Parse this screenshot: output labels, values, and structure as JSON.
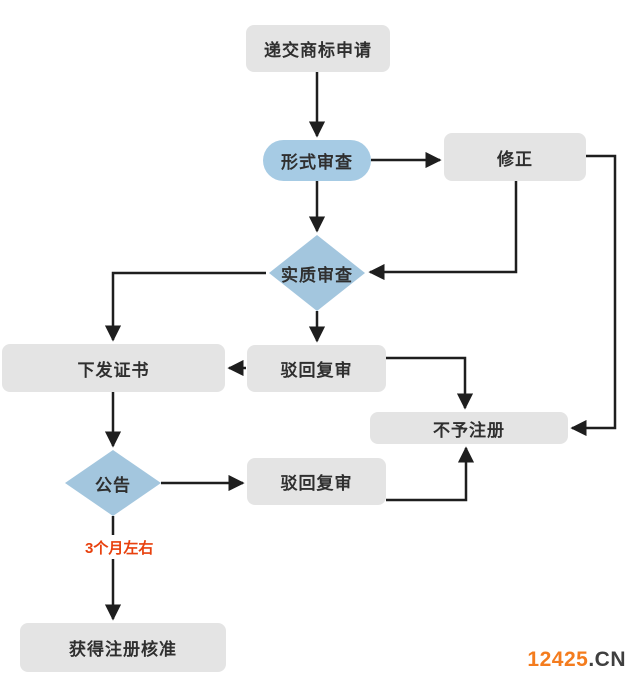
{
  "flowchart": {
    "nodes": [
      {
        "id": "submit_application",
        "label": "递交商标申请",
        "shape": "rounded-rect",
        "fill": "gray"
      },
      {
        "id": "formal_review",
        "label": "形式审查",
        "shape": "pill",
        "fill": "blue"
      },
      {
        "id": "amendment",
        "label": "修正",
        "shape": "rounded-rect",
        "fill": "gray"
      },
      {
        "id": "substantive_review",
        "label": "实质审查",
        "shape": "diamond",
        "fill": "blue"
      },
      {
        "id": "issue_certificate",
        "label": "下发证书",
        "shape": "rounded-rect",
        "fill": "gray"
      },
      {
        "id": "rejection_review_top",
        "label": "驳回复审",
        "shape": "rounded-rect",
        "fill": "gray"
      },
      {
        "id": "no_registration",
        "label": "不予注册",
        "shape": "rounded-rect",
        "fill": "gray"
      },
      {
        "id": "announcement",
        "label": "公告",
        "shape": "diamond",
        "fill": "blue"
      },
      {
        "id": "rejection_review_bottom",
        "label": "驳回复审",
        "shape": "rounded-rect",
        "fill": "gray"
      },
      {
        "id": "registration_approved",
        "label": "获得注册核准",
        "shape": "rounded-rect",
        "fill": "gray"
      }
    ],
    "edges": [
      {
        "from": "submit_application",
        "to": "formal_review"
      },
      {
        "from": "formal_review",
        "to": "amendment"
      },
      {
        "from": "amendment",
        "to": "substantive_review"
      },
      {
        "from": "amendment",
        "to": "no_registration"
      },
      {
        "from": "formal_review",
        "to": "substantive_review"
      },
      {
        "from": "substantive_review",
        "to": "issue_certificate"
      },
      {
        "from": "substantive_review",
        "to": "rejection_review_top"
      },
      {
        "from": "rejection_review_top",
        "to": "issue_certificate"
      },
      {
        "from": "rejection_review_top",
        "to": "no_registration"
      },
      {
        "from": "issue_certificate",
        "to": "announcement"
      },
      {
        "from": "announcement",
        "to": "rejection_review_bottom"
      },
      {
        "from": "rejection_review_bottom",
        "to": "no_registration"
      },
      {
        "from": "announcement",
        "to": "registration_approved",
        "note": "3个月左右"
      }
    ],
    "annotations": [
      {
        "id": "duration_note",
        "label": "3个月左右",
        "color": "#e8410e"
      }
    ]
  },
  "watermark": {
    "brand": "12425",
    "tld": ".CN"
  },
  "colors": {
    "node_fill": "#e4e4e4",
    "highlight_fill": "#a6cbe4",
    "diamond_fill": "#a3c6de",
    "connector": "#1e1e1e",
    "note_text": "#e8410e",
    "brand_orange": "#f47c1e",
    "brand_dark": "#3f3f3f",
    "background": "#ffffff"
  }
}
